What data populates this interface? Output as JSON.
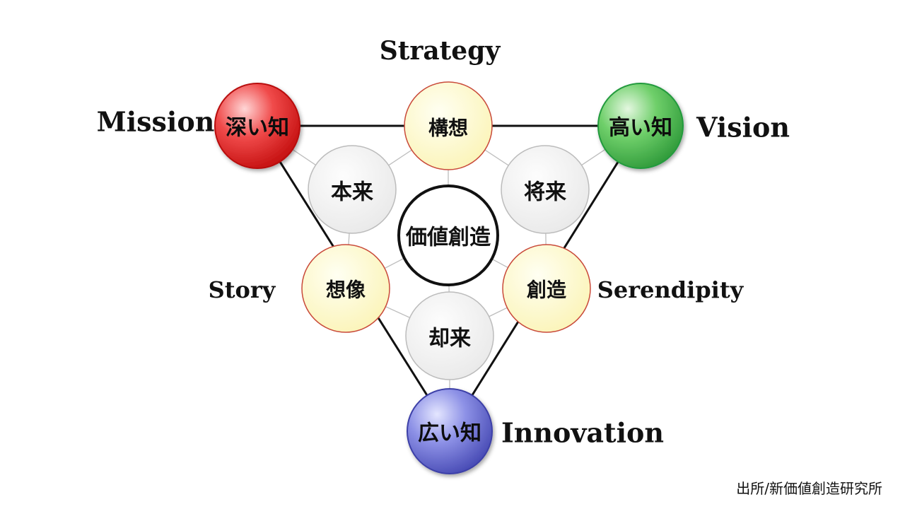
{
  "labels": {
    "strategy": "Strategy",
    "mission": "Mission",
    "vision": "Vision",
    "story": "Story",
    "serendipity": "Serendipity",
    "innovation": "Innovation"
  },
  "nodes": {
    "deep": {
      "text": "深い知",
      "color": "#e02020"
    },
    "high": {
      "text": "高い知",
      "color": "#2aa84a"
    },
    "wide": {
      "text": "広い知",
      "color": "#4b4fb8"
    },
    "kousou": {
      "text": "構想"
    },
    "souzou_imagine": {
      "text": "想像"
    },
    "souzou_create": {
      "text": "創造"
    },
    "honrai": {
      "text": "本来"
    },
    "shourai": {
      "text": "将来"
    },
    "kyakurai": {
      "text": "却来"
    },
    "center": {
      "text": "価値創造"
    }
  },
  "source": "出所/新価値創造研究所"
}
